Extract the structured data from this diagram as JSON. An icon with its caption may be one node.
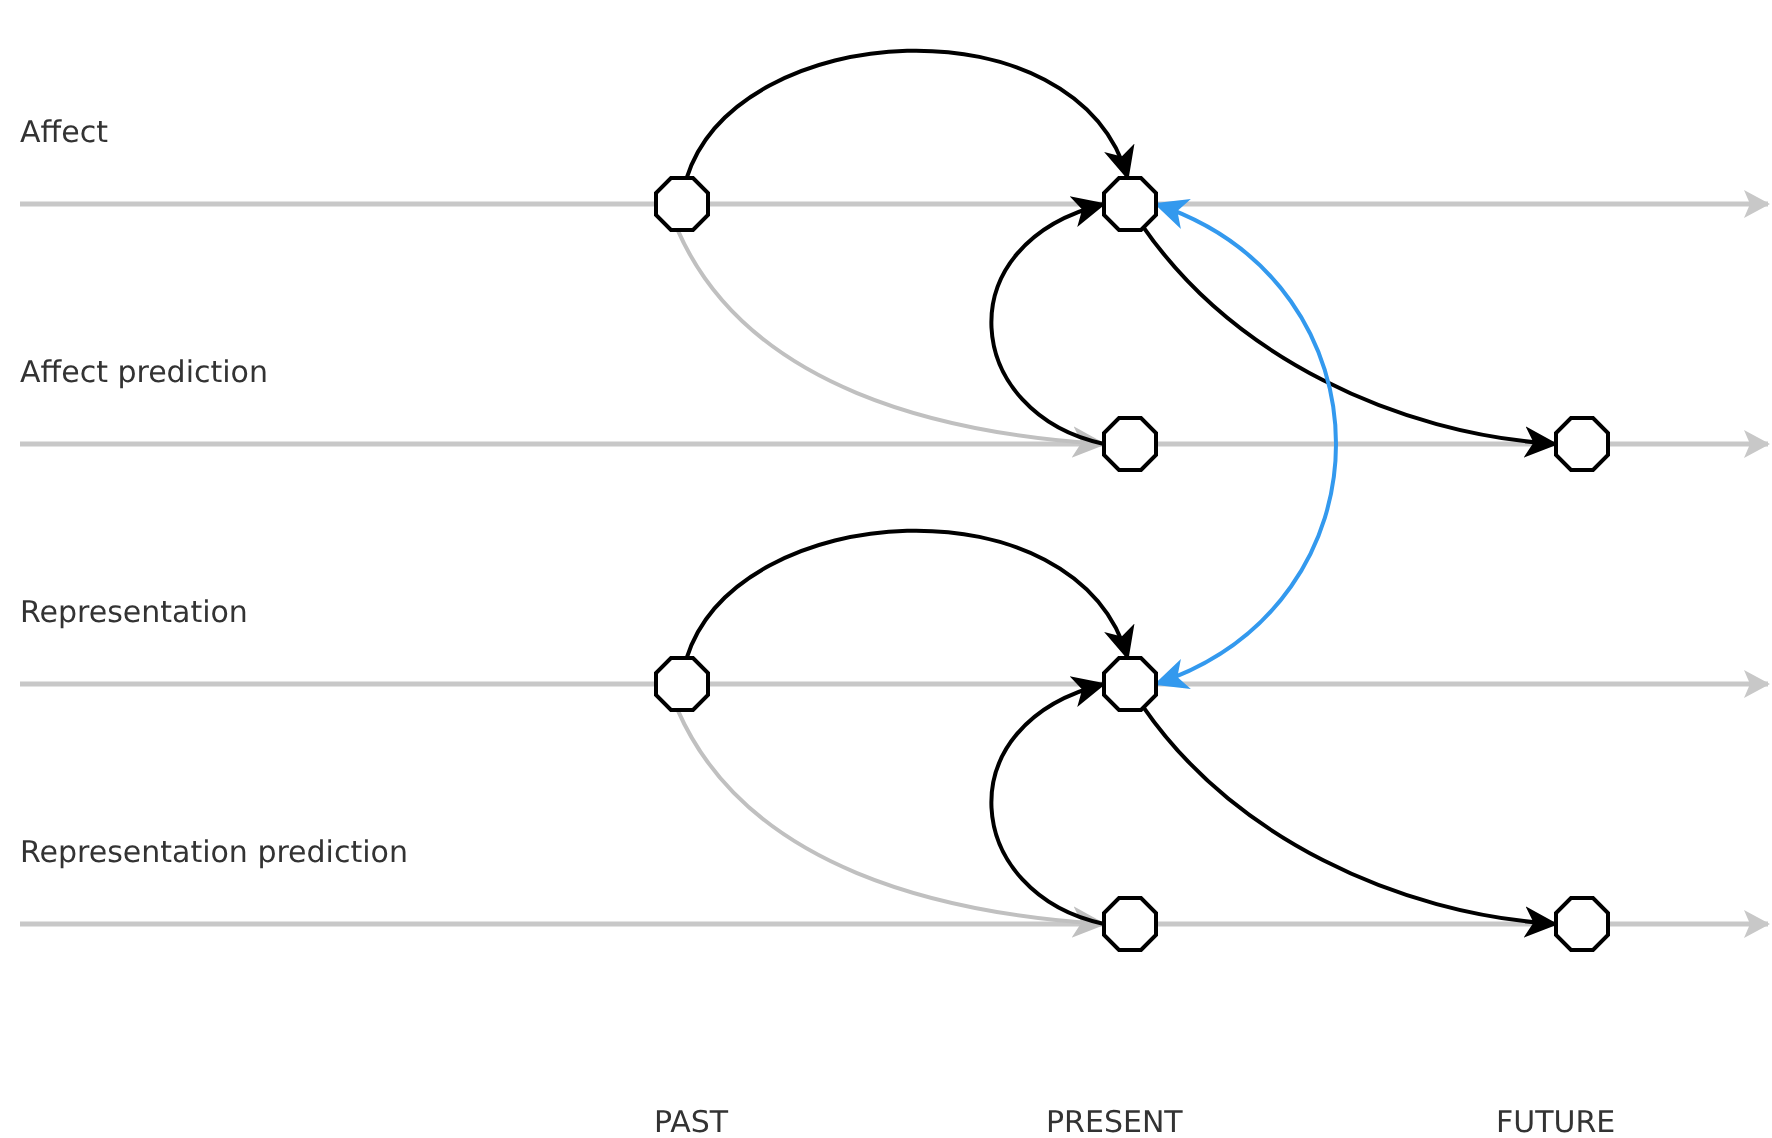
{
  "diagram": {
    "nodes": [
      {
        "text": [],
        "shape": "octagon"
      },
      {
        "text": [],
        "shape": "octagon"
      },
      {
        "text": [],
        "shape": "octagon"
      },
      {
        "text": [],
        "shape": "octagon"
      },
      {
        "text": [],
        "shape": "octagon"
      },
      {
        "text": [],
        "shape": "octagon"
      },
      {
        "text": [],
        "shape": "octagon"
      },
      {
        "text": [],
        "shape": "octagon"
      }
    ],
    "edges": [
      {
        "from": 0,
        "to": 1,
        "arrow": "to"
      },
      {
        "from": 0,
        "to": 2,
        "arrow": "to",
        "color": "#c0c0c0"
      },
      {
        "from": 2,
        "to": 1,
        "arrow": "to"
      },
      {
        "from": 1,
        "to": 3,
        "arrow": "to"
      },
      {
        "from": 1,
        "to": 5,
        "arrow": "both",
        "color": "#3399ee"
      },
      {
        "from": 4,
        "to": 5,
        "arrow": "to"
      },
      {
        "from": 4,
        "to": 6,
        "arrow": "to",
        "color": "#c0c0c0"
      },
      {
        "from": 6,
        "to": 5,
        "arrow": "to"
      },
      {
        "from": 5,
        "to": 7,
        "arrow": "to"
      }
    ],
    "labels": [
      "Affect",
      "Affect prediction",
      "Representation",
      "Representation prediction",
      "PAST",
      "PRESENT",
      "FUTURE"
    ]
  }
}
